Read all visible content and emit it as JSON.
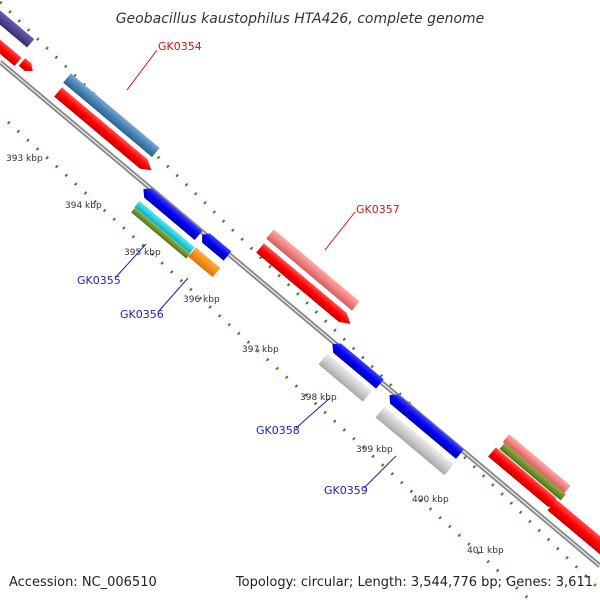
{
  "header": {
    "title": "Geobacillus kaustophilus HTA426, complete genome"
  },
  "footer": {
    "accession": "Accession: NC_006510",
    "summary": "Topology: circular; Length: 3,544,776 bp; Genes: 3,611"
  },
  "scale_labels": [
    "393 kbp",
    "394 kbp",
    "395 kbp",
    "396 kbp",
    "397 kbp",
    "398 kbp",
    "399 kbp",
    "400 kbp",
    "401 kbp"
  ],
  "gene_labels": {
    "gk0354": {
      "text": "GK0354",
      "color": "#d21414"
    },
    "gk0355": {
      "text": "GK0355",
      "color": "#1c1cc8"
    },
    "gk0356": {
      "text": "GK0356",
      "color": "#1c1cc8"
    },
    "gk0357": {
      "text": "GK0357",
      "color": "#d21414"
    },
    "gk0358": {
      "text": "GK0358",
      "color": "#1c1cc8"
    },
    "gk0359": {
      "text": "GK0359",
      "color": "#1c1cc8"
    }
  },
  "colors": {
    "backbone": "#8c8c8c",
    "tick_green": "#2e8b2e",
    "cds_red": "#ff0000",
    "blue": "#0000ee",
    "steel_blue": "#4682b4",
    "pink": "#f08080",
    "grey": "#c8c8c8",
    "cyan": "#00c8d0",
    "olive": "#6b8e23",
    "orange": "#ff8c00",
    "purple": "#4b3c8c"
  }
}
